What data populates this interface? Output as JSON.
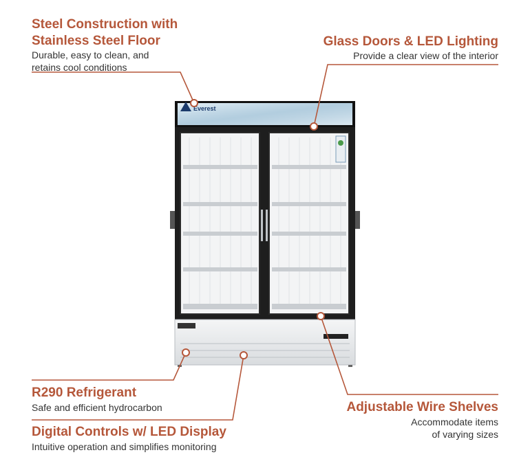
{
  "callouts": {
    "steel": {
      "title_line1": "Steel Construction with",
      "title_line2": "Stainless Steel Floor",
      "desc_line1": "Durable, easy to clean, and",
      "desc_line2": "retains cool conditions"
    },
    "glass": {
      "title": "Glass Doors & LED Lighting",
      "desc": "Provide a clear view of the interior"
    },
    "refrigerant": {
      "title": "R290 Refrigerant",
      "desc": "Safe and efficient hydrocarbon"
    },
    "digital": {
      "title": "Digital Controls w/ LED Display",
      "desc": "Intuitive operation and simplifies monitoring"
    },
    "shelves": {
      "title": "Adjustable Wire Shelves",
      "desc_line1": "Accommodate items",
      "desc_line2": "of varying sizes"
    }
  },
  "product": {
    "brand_text": "Everest",
    "icon": "refrigerator-image"
  },
  "colors": {
    "accent": "#b5573a",
    "text": "#333333",
    "frame": "#1e1e1e",
    "cabinet": "#e8eaec"
  }
}
